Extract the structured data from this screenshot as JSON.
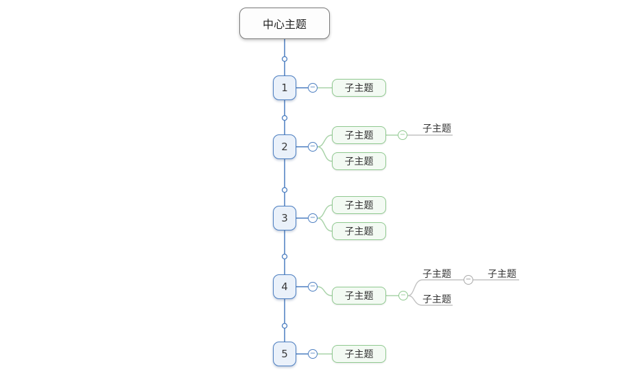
{
  "ui": {
    "collapse_glyph": "−"
  },
  "colors": {
    "branch_blue": "#4a7dc0",
    "node_fill_blue": "#eaf1fa",
    "child_border_green": "#8fc98f",
    "child_fill_green": "#f3faf3",
    "connector_green": "#a9d3a9",
    "connector_gray": "#c2c2c2",
    "central_border_gray": "#7a7a7a",
    "central_fill": "#fdfdfd",
    "text_dark": "#333333"
  },
  "central_topic": {
    "label": "中心主题"
  },
  "main_topics": [
    {
      "label": "1",
      "children": [
        {
          "label": "子主题",
          "children": []
        }
      ]
    },
    {
      "label": "2",
      "children": [
        {
          "label": "子主题",
          "children": [
            {
              "label": "子主题",
              "children": []
            }
          ]
        },
        {
          "label": "子主题",
          "children": []
        }
      ]
    },
    {
      "label": "3",
      "children": [
        {
          "label": "子主题",
          "children": []
        },
        {
          "label": "子主题",
          "children": []
        }
      ]
    },
    {
      "label": "4",
      "children": [
        {
          "label": "子主题",
          "children": [
            {
              "label": "子主题",
              "children": [
                {
                  "label": "子主题",
                  "children": []
                }
              ]
            },
            {
              "label": "子主题",
              "children": []
            }
          ]
        }
      ]
    },
    {
      "label": "5",
      "children": [
        {
          "label": "子主题",
          "children": []
        }
      ]
    }
  ]
}
